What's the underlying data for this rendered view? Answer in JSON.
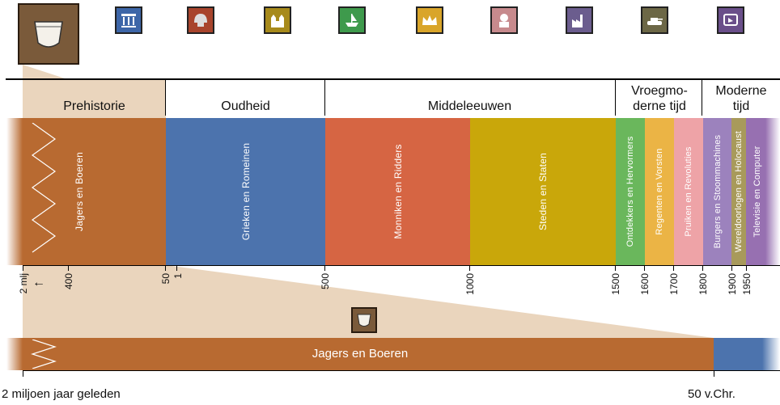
{
  "eras": [
    {
      "id": "prehistorie",
      "label": "Prehistorie"
    },
    {
      "id": "oudheid",
      "label": "Oudheid"
    },
    {
      "id": "middeleeuwen",
      "label": "Middeleeuwen"
    },
    {
      "id": "vroegmoderne",
      "label": "Vroegmo-\nderne tijd"
    },
    {
      "id": "moderne",
      "label": "Moderne\ntijd"
    }
  ],
  "periods": [
    {
      "label": "Jagers en Boeren",
      "color": "#b86a31"
    },
    {
      "label": "Grieken en Romeinen",
      "color": "#4c73ad"
    },
    {
      "label": "Monniken en Ridders",
      "color": "#d66543"
    },
    {
      "label": "Steden en Staten",
      "color": "#c9a70a"
    },
    {
      "label": "Ontdekkers en Hervormers",
      "color": "#6ab75c"
    },
    {
      "label": "Regenten en Vorsten",
      "color": "#ebb445"
    },
    {
      "label": "Pruiken en Revoluties",
      "color": "#eea3a7"
    },
    {
      "label": "Burgers en Stoommachines",
      "color": "#9c82bd"
    },
    {
      "label": "Wereldoorlogen en Holocaust",
      "color": "#a89a5b"
    },
    {
      "label": "Televisie en Computer",
      "color": "#9770b1"
    }
  ],
  "ticks": [
    "2 mlj",
    "400",
    "50",
    "1",
    "500",
    "1000",
    "1500",
    "1600",
    "1700",
    "1800",
    "1900",
    "1950"
  ],
  "arrow": "←",
  "zoom": {
    "label": "Jagers en Boeren",
    "start_label": "2 miljoen jaar geleden",
    "end_label": "50 v.Chr.",
    "colors": {
      "main": "#b86a31",
      "next": "#4c73ad",
      "funnel": "#ead5bd"
    }
  },
  "icons": [
    "pot-icon",
    "temple-icon",
    "helmet-icon",
    "castle-icon",
    "ship-icon",
    "crown-icon",
    "wig-portrait-icon",
    "factory-icon",
    "tank-icon",
    "television-icon"
  ]
}
